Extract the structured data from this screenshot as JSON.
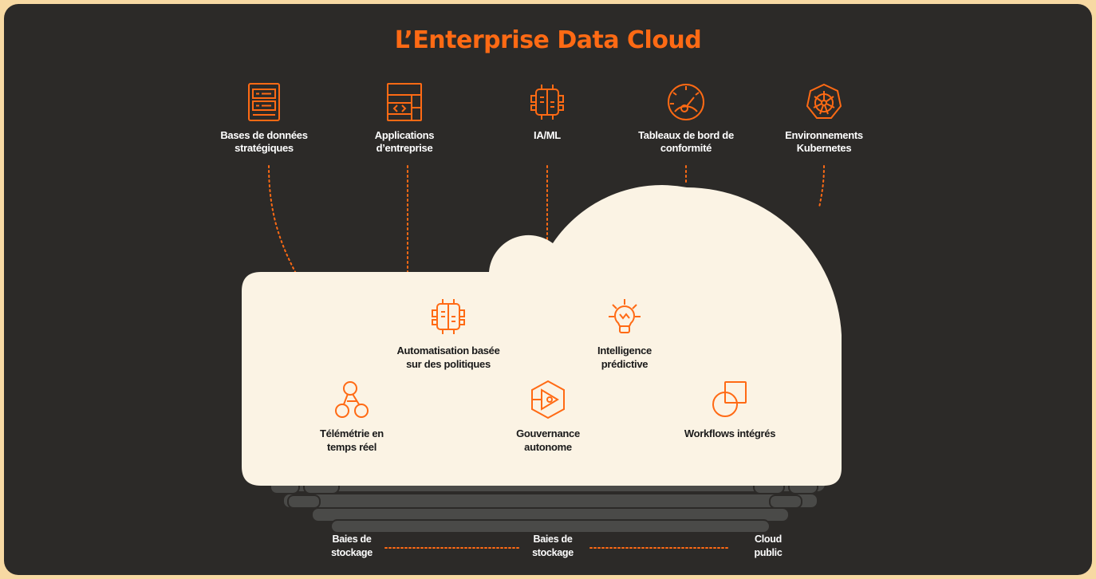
{
  "title": "L’Enterprise Data Cloud",
  "top_items": [
    {
      "name": "databases",
      "icon": "database-server-icon",
      "label_l1": "Bases de données",
      "label_l2": "stratégiques"
    },
    {
      "name": "applications",
      "icon": "application-window-icon",
      "label_l1": "Applications",
      "label_l2": "d’entreprise"
    },
    {
      "name": "ai-ml",
      "icon": "chip-icon",
      "label_l1": "IA/ML",
      "label_l2": ""
    },
    {
      "name": "dashboards",
      "icon": "gauge-icon",
      "label_l1": "Tableaux de bord de",
      "label_l2": "conformité"
    },
    {
      "name": "kubernetes",
      "icon": "kubernetes-wheel-icon",
      "label_l1": "Environnements",
      "label_l2": "Kubernetes"
    }
  ],
  "cloud_items": [
    {
      "name": "policy-automation",
      "icon": "chip-icon",
      "label_l1": "Automatisation basée",
      "label_l2": "sur des politiques"
    },
    {
      "name": "predictive-intelligence",
      "icon": "lightbulb-icon",
      "label_l1": "Intelligence",
      "label_l2": "prédictive"
    },
    {
      "name": "realtime-telemetry",
      "icon": "node-graph-icon",
      "label_l1": "Télémétrie en",
      "label_l2": "temps réel"
    },
    {
      "name": "autonomous-governance",
      "icon": "hexagon-play-icon",
      "label_l1": "Gouvernance",
      "label_l2": "autonome"
    },
    {
      "name": "integrated-workflows",
      "icon": "circle-square-icon",
      "label_l1": "Workflows intégrés",
      "label_l2": ""
    }
  ],
  "bottom_labels": [
    {
      "l1": "Baies de",
      "l2": "stockage"
    },
    {
      "l1": "Baies de",
      "l2": "stockage"
    },
    {
      "l1": "Cloud",
      "l2": "public"
    }
  ],
  "colors": {
    "accent": "#ff6a14",
    "background": "#2c2a28",
    "cloud_fill": "#fbf3e4",
    "page_border": "#f7d9a3",
    "server_stack": "#4a4a48"
  }
}
